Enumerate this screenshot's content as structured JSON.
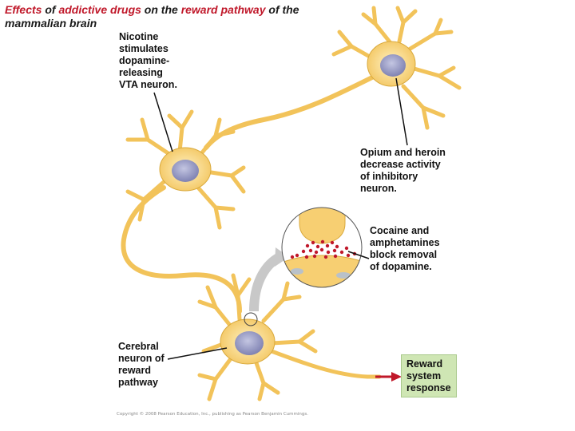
{
  "title": {
    "part1": "Effects",
    "part2": " of ",
    "part3": "addictive drugs",
    "part4": " on the ",
    "part5": "reward pathway",
    "part6": " of the",
    "part7": "mammalian brain"
  },
  "labels": {
    "nicotine": "Nicotine\nstimulates\ndopamine-\nreleasing\nVTA neuron.",
    "opium": "Opium and heroin\ndecrease activity\nof inhibitory\nneuron.",
    "cocaine": "Cocaine and\namphetamines\nblock removal\nof dopamine.",
    "cerebral": "Cerebral\nneuron of\nreward\npathway",
    "reward": "Reward\nsystem\nresponse"
  },
  "copyright": "Copyright © 2008 Pearson Education, Inc., publishing as Pearson Benjamin Cummings.",
  "colors": {
    "title_accent": "#c0182a",
    "neuron_fill": "#f7cf72",
    "neuron_stroke": "#d9a93c",
    "nucleus": "#9a9cc4",
    "dopamine": "#c0182a",
    "reward_box": "#cfe6b4"
  }
}
